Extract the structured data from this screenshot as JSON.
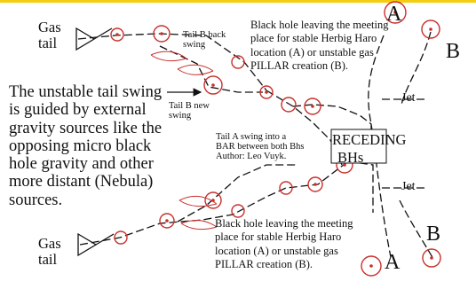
{
  "colors": {
    "top_bar": "#f5cd0f",
    "node_ring": "#c9302c",
    "line": "#111111"
  },
  "labels": {
    "gas_tail_top": [
      "Gas",
      "tail"
    ],
    "gas_tail_bottom": [
      "Gas",
      "tail"
    ],
    "tail_b_back": [
      "Tail B back",
      "swing"
    ],
    "tail_b_new": [
      "Tail B new",
      "swing"
    ],
    "caption_top": [
      "Black hole leaving the meeting",
      "place for stable Herbig Haro",
      "location (A) or unstable gas",
      "PILLAR creation (B)."
    ],
    "caption_bottom": [
      "Black hole leaving the meeting",
      "place for stable Herbig Haro",
      "location (A) or unstable gas",
      "PILLAR creation (B)."
    ],
    "main_text": [
      "The unstable tail swing",
      "is guided by external",
      "gravity sources like the",
      "opposing micro black",
      "hole gravity and other",
      "more distant (Nebula)",
      "sources."
    ],
    "tail_a_note": [
      "Tail A swing into a",
      "BAR between both Bhs",
      "Author: Leo Vuyk."
    ],
    "receding": [
      "RECEDING",
      "BHs"
    ],
    "jet_top": "Jet",
    "jet_bottom": "Jet",
    "letter_a_top": "A",
    "letter_b_top": "B",
    "letter_b_bottom": "B",
    "letter_a_bottom": "A"
  }
}
